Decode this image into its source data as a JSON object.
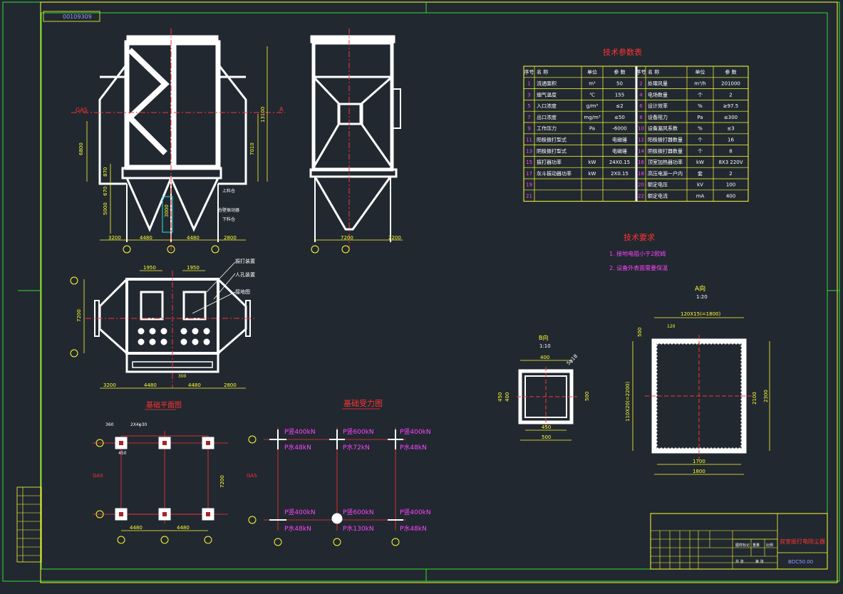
{
  "drawing_id": "00109309",
  "dims": {
    "d3200": "3200",
    "d4480": "4480",
    "d2800": "2800",
    "d2200": "2200",
    "d6800": "6800",
    "d13100": "13100",
    "d7010": "7010",
    "d870": "870",
    "d670": "670",
    "d5000": "5000",
    "d3000": "3000",
    "d1950": "1950",
    "d7200": "7200",
    "d300": "300",
    "d360": "360",
    "d450": "450",
    "d400": "400",
    "d500": "500",
    "d120": "120",
    "d1700": "1700",
    "d1800": "1800",
    "d2100": "2100",
    "d2300": "2300",
    "d120x15": "120X15(=1800)",
    "d110x20": "110X20(=2200)",
    "d5phi18": "5φ18",
    "d2x4": "2X4φ30"
  },
  "labels": {
    "gas": "GAS",
    "view_a_marker": "A",
    "view_a_title": "A向",
    "scale_a": "1:20",
    "view_b_title": "B向",
    "scale_b": "1:10",
    "base_plan_title": "基础平面图",
    "base_force_title": "基础受力图",
    "callout_shang": "上料仓",
    "callout_shuzhen": "仓壁振动器",
    "callout_xia": "下料仓",
    "callout_zhenda": "振打装置",
    "callout_rmkong": "人孔装置",
    "callout_jiechi": "接地图"
  },
  "param_table": {
    "title": "技术参数表",
    "headers": [
      "序号",
      "名  称",
      "单位",
      "参  数",
      "序号",
      "名  称",
      "单位",
      "参  数"
    ],
    "rows": [
      [
        "1",
        "流通面积",
        "m²",
        "50",
        "2",
        "处理风量",
        "m³/h",
        "201000"
      ],
      [
        "3",
        "烟气温度",
        "℃",
        "155",
        "4",
        "电场数量",
        "个",
        "2"
      ],
      [
        "5",
        "入口浓度",
        "g/m³",
        "≤2",
        "6",
        "设计效率",
        "%",
        "≥97.5"
      ],
      [
        "7",
        "出口浓度",
        "mg/m³",
        "≤50",
        "8",
        "设备阻力",
        "Pa",
        "≤300"
      ],
      [
        "9",
        "工作压力",
        "Pa",
        "-6000",
        "10",
        "设备漏风系数",
        "%",
        "≤3"
      ],
      [
        "11",
        "阳极振打型式",
        "",
        "电磁锤",
        "12",
        "阳极振打器数量",
        "个",
        "16"
      ],
      [
        "13",
        "阴极振打型式",
        "",
        "电磁锤",
        "14",
        "阴极振打器数量",
        "个",
        "8"
      ],
      [
        "15",
        "振打器功率",
        "kW",
        "24X0.15",
        "16",
        "顶室加热器功率",
        "kW",
        "8X3 220V"
      ],
      [
        "17",
        "灰斗振动器功率",
        "kW",
        "2X0.15",
        "18",
        "高压电源一户内",
        "套",
        "2"
      ],
      [
        "19",
        "",
        "",
        "",
        "20",
        "额定电压",
        "kV",
        "100"
      ],
      [
        "21",
        "",
        "",
        "",
        "22",
        "额定电流",
        "mA",
        "400"
      ]
    ]
  },
  "requirements": {
    "title": "技术要求",
    "items": [
      "1. 接地电阻小于2欧姆",
      "2. 设备外表面需要保温"
    ]
  },
  "forces": {
    "top_left_v": "P竖400kN",
    "top_left_h": "P水48kN",
    "top_mid_v": "P竖600kN",
    "top_mid_h": "P水72kN",
    "top_right_v": "P竖400kN",
    "top_right_h": "P水48kN",
    "bot_left_v": "P竖400kN",
    "bot_left_h": "P水48kN",
    "bot_mid_v": "P竖600kN",
    "bot_mid_h": "P水130kN",
    "bot_right_v": "P竖400kN",
    "bot_right_h": "P水48kN"
  },
  "title_block": {
    "name": "双室振打电除尘器",
    "code": "BDC50.00",
    "left_rows": [
      "图样标记",
      "重量",
      "比例",
      "共 张",
      "第 张"
    ]
  },
  "chart_data": {
    "type": "table",
    "title": "技术参数表",
    "headers": [
      "序号",
      "名  称",
      "单位",
      "参  数",
      "序号",
      "名  称",
      "单位",
      "参  数"
    ],
    "rows_ref": "param_table.rows"
  }
}
